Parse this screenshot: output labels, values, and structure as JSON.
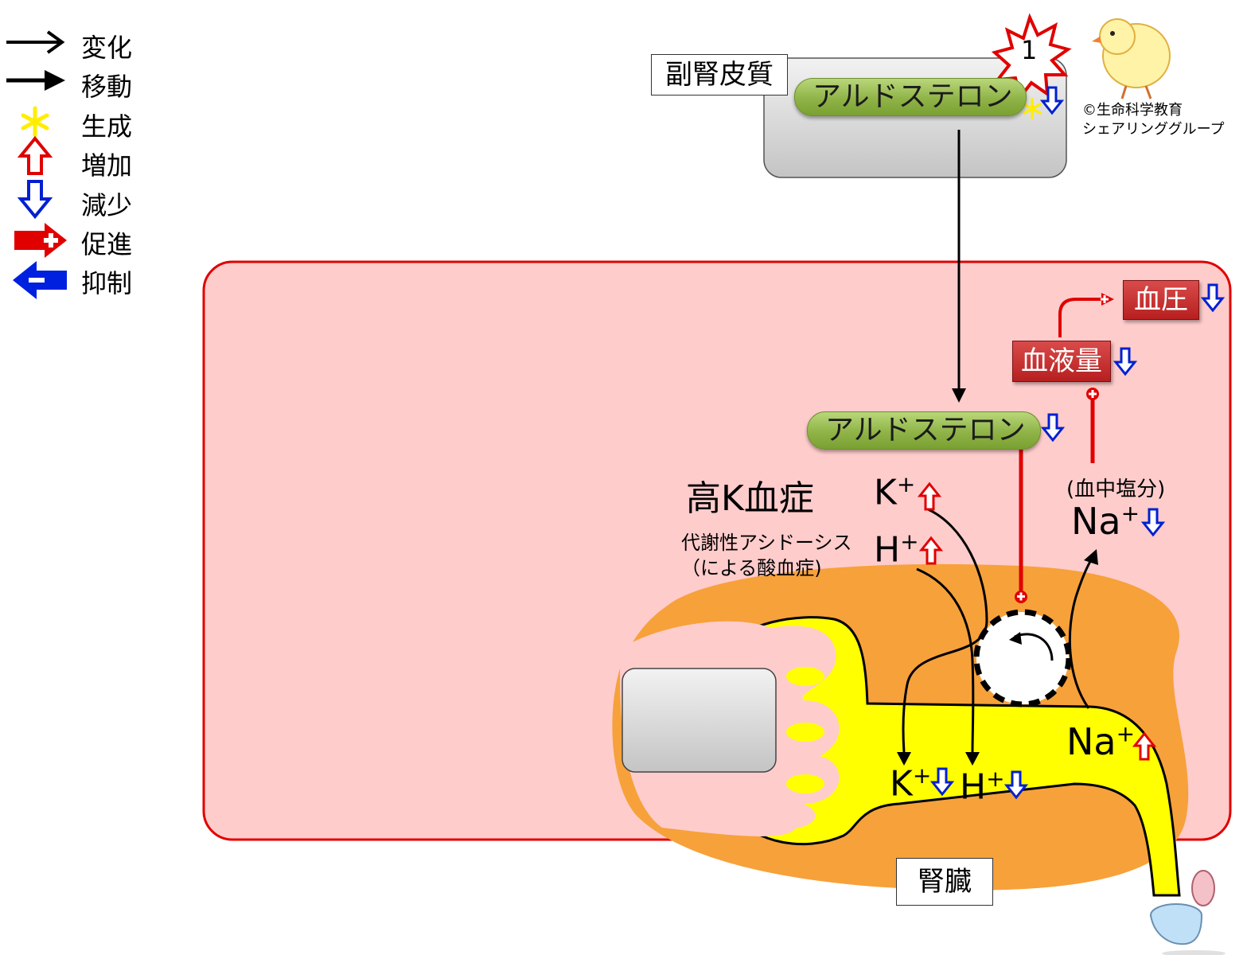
{
  "legend": [
    {
      "label": "変化",
      "icon": "thin-arrow-icon"
    },
    {
      "label": "移動",
      "icon": "bold-arrow-icon"
    },
    {
      "label": "生成",
      "icon": "asterisk-icon"
    },
    {
      "label": "増加",
      "icon": "up-arrow-icon"
    },
    {
      "label": "減少",
      "icon": "down-arrow-icon"
    },
    {
      "label": "促進",
      "icon": "promote-arrow-icon"
    },
    {
      "label": "抑制",
      "icon": "inhibit-arrow-icon"
    }
  ],
  "adrenal": {
    "label": "副腎皮質",
    "hormone": "アルドステロン"
  },
  "badge_number": "1",
  "copyright": {
    "line1": "©生命科学教育",
    "line2": "シェアリンググループ"
  },
  "hormone_in_blood": "アルドステロン",
  "blood_pressure": "血圧",
  "blood_volume": "血液量",
  "blood_salt": "(血中塩分)",
  "condition": {
    "title": "高K血症",
    "sub1": "代謝性アシドーシス",
    "sub2": "（による酸血症)"
  },
  "ions": {
    "k": "K",
    "h": "H",
    "na": "Na",
    "plus": "+"
  },
  "kidney_label": "腎臓",
  "colors": {
    "increase": "#e00000",
    "decrease": "#0020d0",
    "body": "#ffcccc",
    "kidney": "#f7a13a",
    "tubule": "#ffff00"
  }
}
